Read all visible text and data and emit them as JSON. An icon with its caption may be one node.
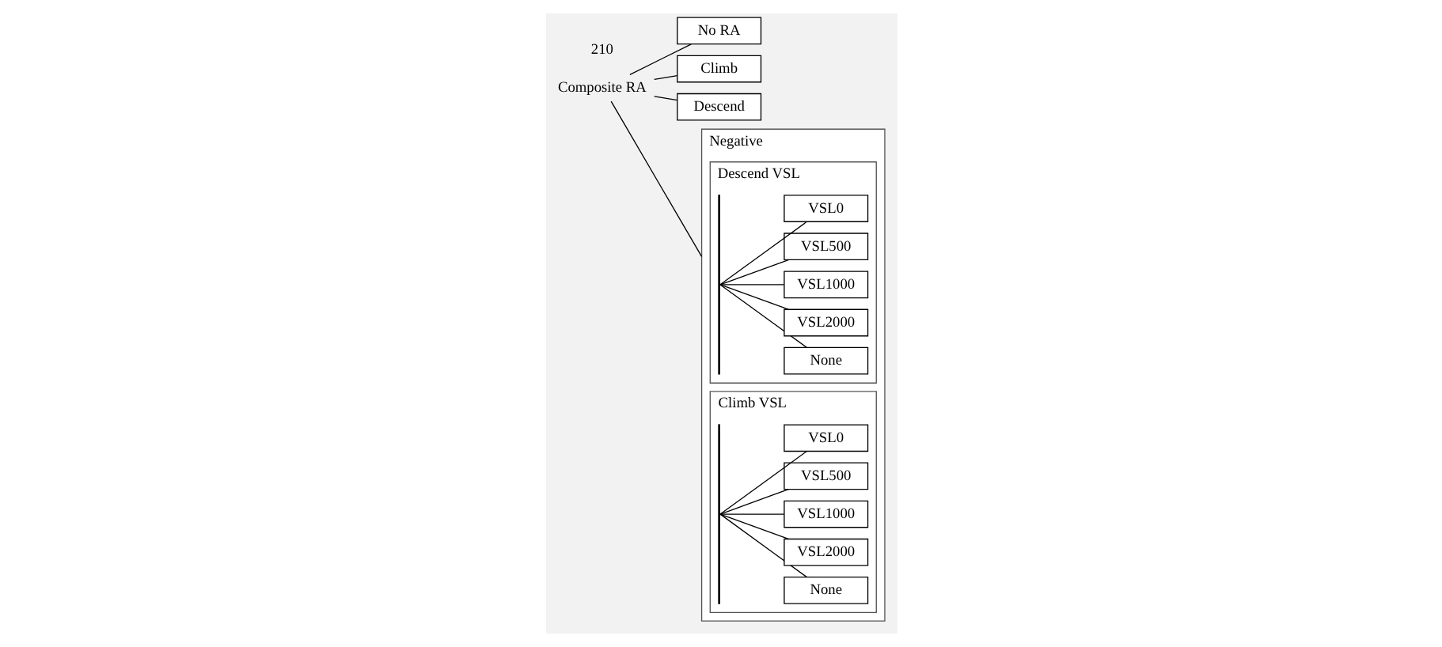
{
  "diagram": {
    "nodes": [
      {
        "text": [
          "Composite RA"
        ]
      },
      {
        "text": [
          "No RA"
        ]
      },
      {
        "text": [
          "Climb"
        ]
      },
      {
        "text": [
          "Descend"
        ]
      },
      {
        "text": [
          "Negative"
        ]
      },
      {
        "text": [
          "Descend VSL"
        ],
        "in": 4
      },
      {
        "text": [],
        "shape": "bar",
        "in": 5
      },
      {
        "text": [
          "None"
        ],
        "in": 5
      },
      {
        "text": [
          "VSL2000"
        ],
        "in": 5
      },
      {
        "text": [
          "VSL1000"
        ],
        "in": 5
      },
      {
        "text": [
          "VSL500"
        ],
        "in": 5
      },
      {
        "text": [
          "VSL0"
        ],
        "in": 5
      },
      {
        "text": [
          "Climb VSL"
        ],
        "in": 4
      },
      {
        "text": [],
        "shape": "bar",
        "in": 12
      },
      {
        "text": [
          "None"
        ],
        "in": 12
      },
      {
        "text": [
          "VSL2000"
        ],
        "in": 12
      },
      {
        "text": [
          "VSL1000"
        ],
        "in": 12
      },
      {
        "text": [
          "VSL500"
        ],
        "in": 12
      },
      {
        "text": [
          "VSL0"
        ],
        "in": 12
      }
    ],
    "edges": [
      {
        "from": 0,
        "to": 1,
        "arrow": "none"
      },
      {
        "from": 0,
        "to": 2,
        "arrow": "none"
      },
      {
        "from": 0,
        "to": 3,
        "arrow": "none"
      },
      {
        "from": 0,
        "to": 4,
        "arrow": "none"
      },
      {
        "from": 6,
        "to": 7,
        "arrow": "none"
      },
      {
        "from": 6,
        "to": 8,
        "arrow": "none"
      },
      {
        "from": 6,
        "to": 9,
        "arrow": "none"
      },
      {
        "from": 6,
        "to": 10,
        "arrow": "none"
      },
      {
        "from": 6,
        "to": 11,
        "arrow": "none"
      },
      {
        "from": 13,
        "to": 14,
        "arrow": "none"
      },
      {
        "from": 13,
        "to": 15,
        "arrow": "none"
      },
      {
        "from": 13,
        "to": 16,
        "arrow": "none"
      },
      {
        "from": 13,
        "to": 17,
        "arrow": "none"
      },
      {
        "from": 13,
        "to": 18,
        "arrow": "none"
      }
    ],
    "labels": [
      "210"
    ]
  }
}
